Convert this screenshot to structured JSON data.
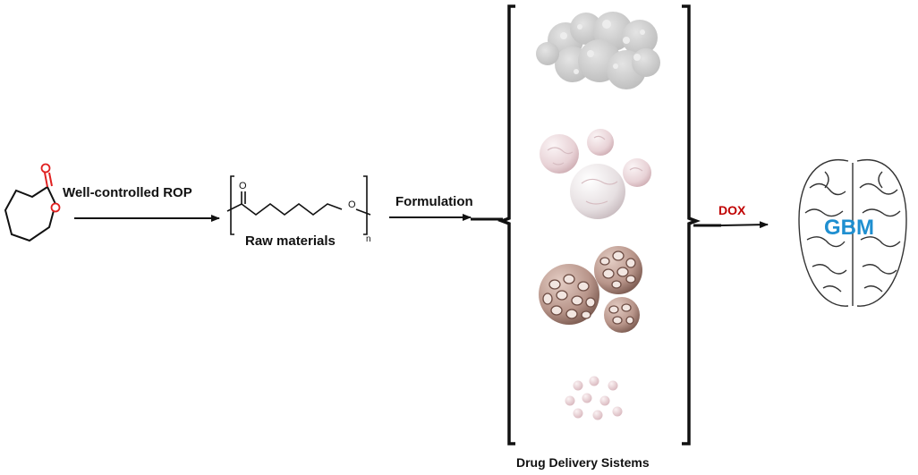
{
  "labels": {
    "rop": "Well-controlled ROP",
    "raw_materials": "Raw materials",
    "formulation": "Formulation",
    "drug_delivery": "Drug Delivery Sistems",
    "dox": "DOX",
    "gbm": "GBM",
    "polymer_o_carbonyl": "O",
    "polymer_o_ester": "O",
    "repeat_n": "n"
  },
  "colors": {
    "carbonyl_oxygen": "#e02020",
    "dox": "#c00000",
    "gbm": "#1f8fd0",
    "micelle_gray": "#c8c8c8",
    "liposome_pink": "#e7cfd3",
    "porous_brown": "#b8958a",
    "nanoparticle_pink": "#ebd3d7"
  },
  "icons": [
    "caprolactone-icon",
    "polycaprolactone-structure-icon",
    "micelle-cluster-icon",
    "liposome-group-icon",
    "porous-sphere-group-icon",
    "nanoparticle-dots-icon",
    "brain-icon"
  ]
}
